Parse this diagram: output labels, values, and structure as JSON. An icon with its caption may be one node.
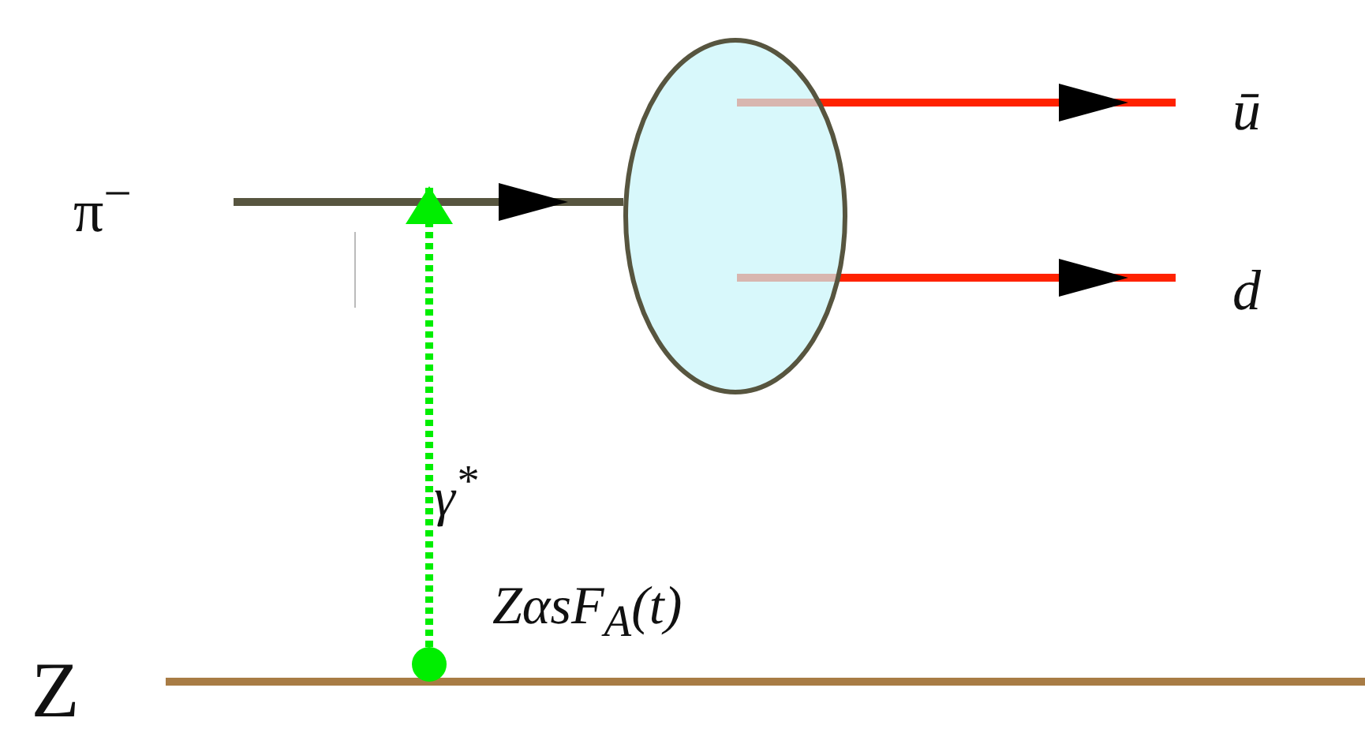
{
  "diagram": {
    "nodes": [
      {
        "text": [
          "π$^{−}$"
        ]
      },
      {
        "text": [],
        "shape": "circle"
      },
      {
        "text": [
          "ū"
        ]
      },
      {
        "text": [
          "d"
        ]
      },
      {
        "text": [
          "Z"
        ]
      },
      {
        "text": [],
        "shape": "circle"
      }
    ],
    "edges": [
      {
        "from": 0,
        "to": 1,
        "arrow": "to",
        "color": "#57553f"
      },
      {
        "from": 1,
        "to": 2,
        "arrow": "to",
        "color": "#ff2200"
      },
      {
        "from": 1,
        "to": 3,
        "arrow": "to",
        "color": "#ff2200"
      },
      {
        "from": 4,
        "to": null,
        "arrow": "none",
        "color": "#a87c45"
      },
      {
        "from": 5,
        "to": null,
        "arrow": "to",
        "style": "dashed",
        "color": "#00ee00",
        "label": "γ$^{*}$"
      }
    ],
    "labels": [
      "ZαsF$_{A}$(t)"
    ]
  }
}
